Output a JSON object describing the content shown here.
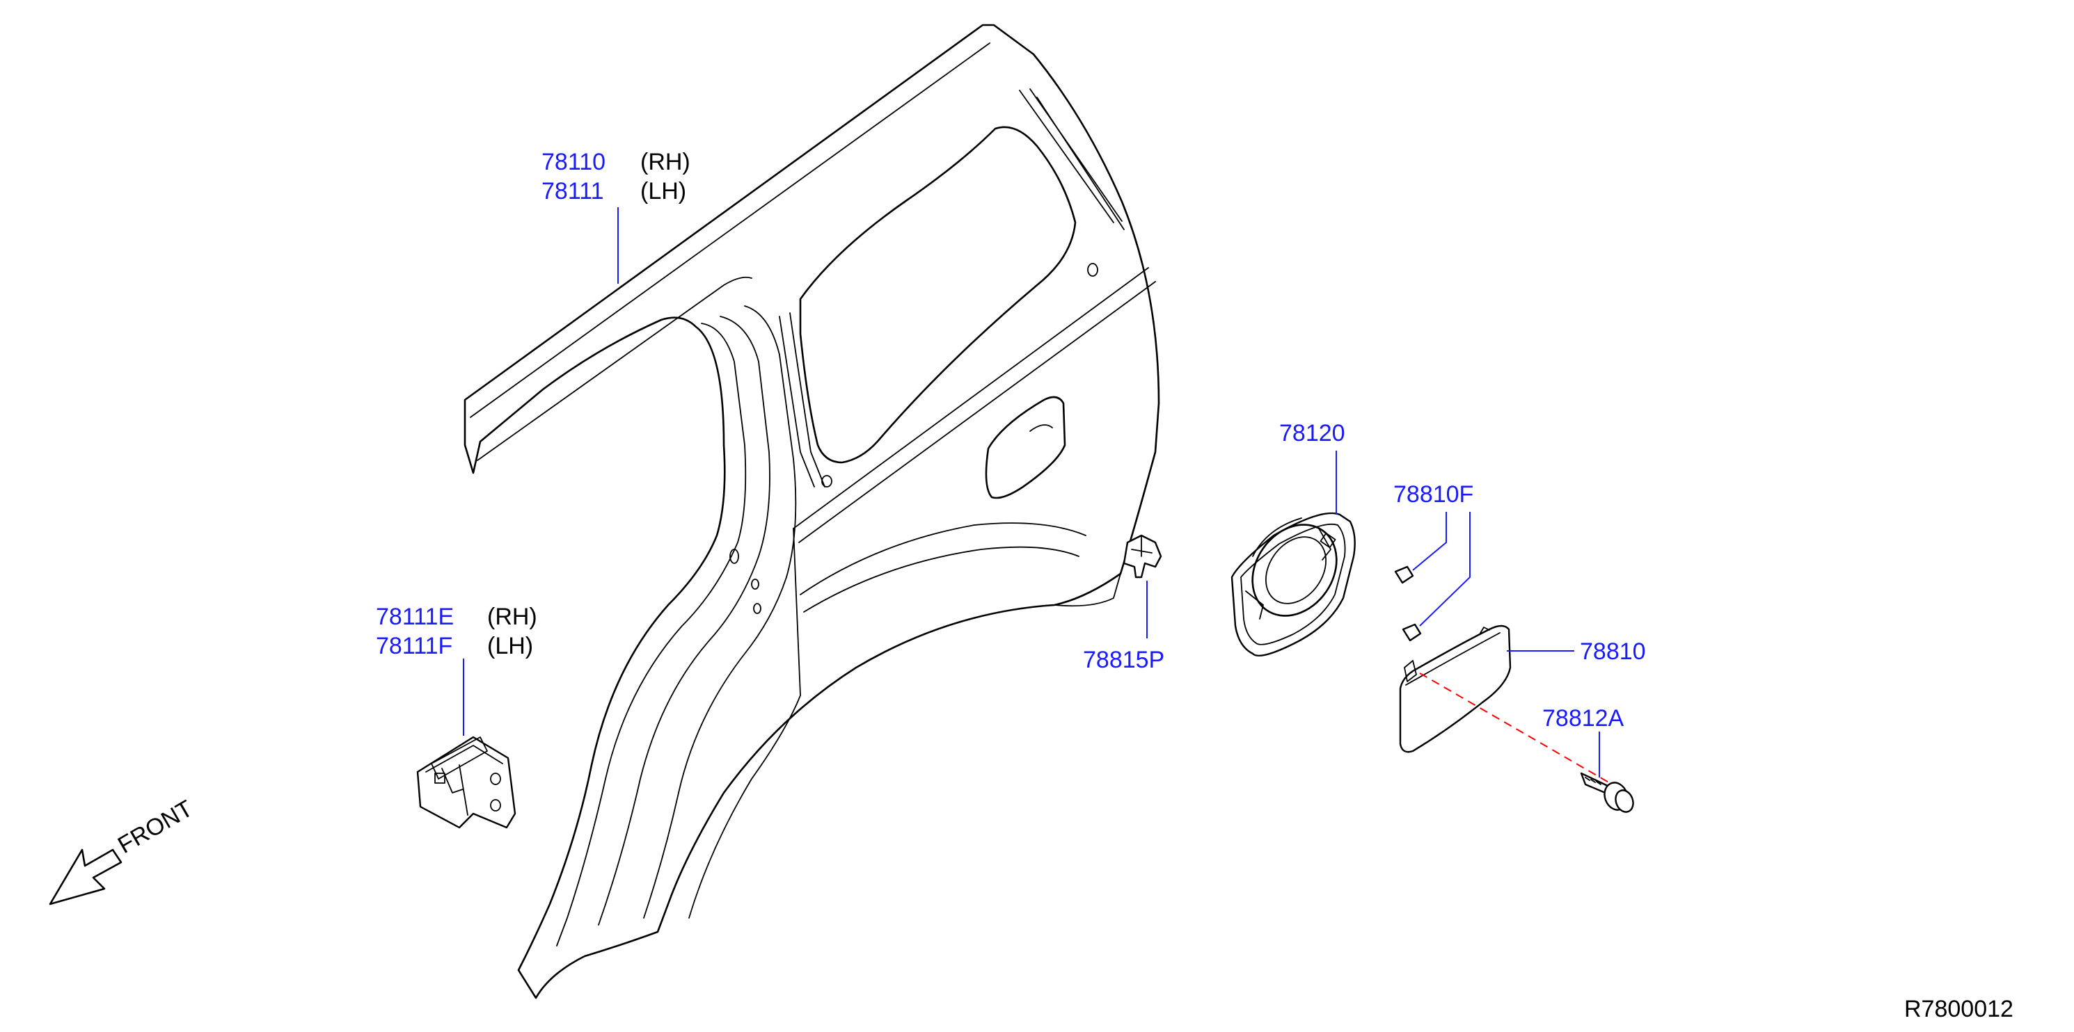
{
  "callouts": {
    "panel_rh": {
      "part": "78110",
      "side": "(RH)"
    },
    "panel_lh": {
      "part": "78111",
      "side": "(LH)"
    },
    "bracket_rh": {
      "part": "78111E",
      "side": "(RH)"
    },
    "bracket_lh": {
      "part": "78111F",
      "side": "(LH)"
    },
    "filler_base": {
      "part": "78120"
    },
    "bumper": {
      "part": "78810F"
    },
    "clip": {
      "part": "78815P"
    },
    "filler_lid": {
      "part": "78810"
    },
    "bolt": {
      "part": "78812A"
    }
  },
  "direction": {
    "label": "FRONT"
  },
  "reference_code": "R7800012",
  "colors": {
    "part_number": "#1a1aff",
    "line_art": "#000000",
    "hidden_line": "#ff0000"
  }
}
